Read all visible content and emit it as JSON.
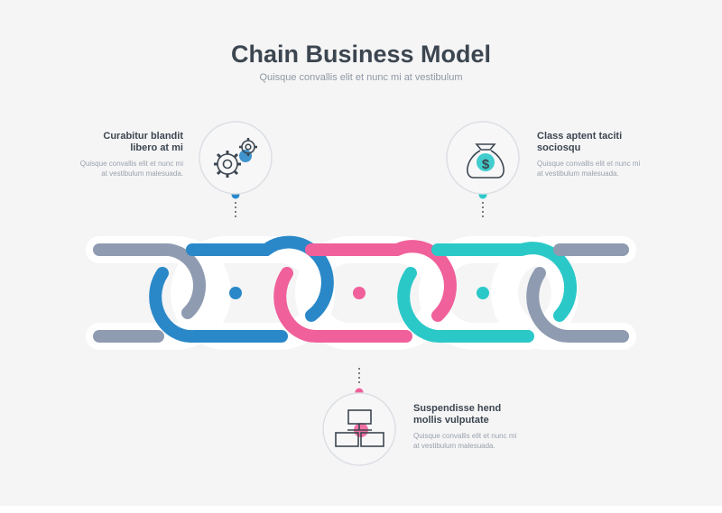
{
  "title": "Chain Business Model",
  "subtitle": "Quisque convallis elit et nunc mi at vestibulum",
  "colors": {
    "gray": "#8f9bb0",
    "blue": "#2a88c8",
    "pink": "#f0609a",
    "teal": "#2bc8c8"
  },
  "steps": [
    {
      "heading": "Curabitur blandit libero at mi",
      "body": "Quisque convallis elit et nunc mi at vestibulum malesuada.",
      "icon": "gears-icon",
      "color": "#2a88c8"
    },
    {
      "heading": "Suspendisse hend mollis vulputate",
      "body": "Quisque convallis elit et nunc mi at vestibulum malesuada.",
      "icon": "hierarchy-icon",
      "color": "#f0609a"
    },
    {
      "heading": "Class aptent taciti sociosqu",
      "body": "Quisque convallis elit et nunc mi at vestibulum malesuada.",
      "icon": "money-bag-icon",
      "color": "#2bc8c8"
    }
  ]
}
